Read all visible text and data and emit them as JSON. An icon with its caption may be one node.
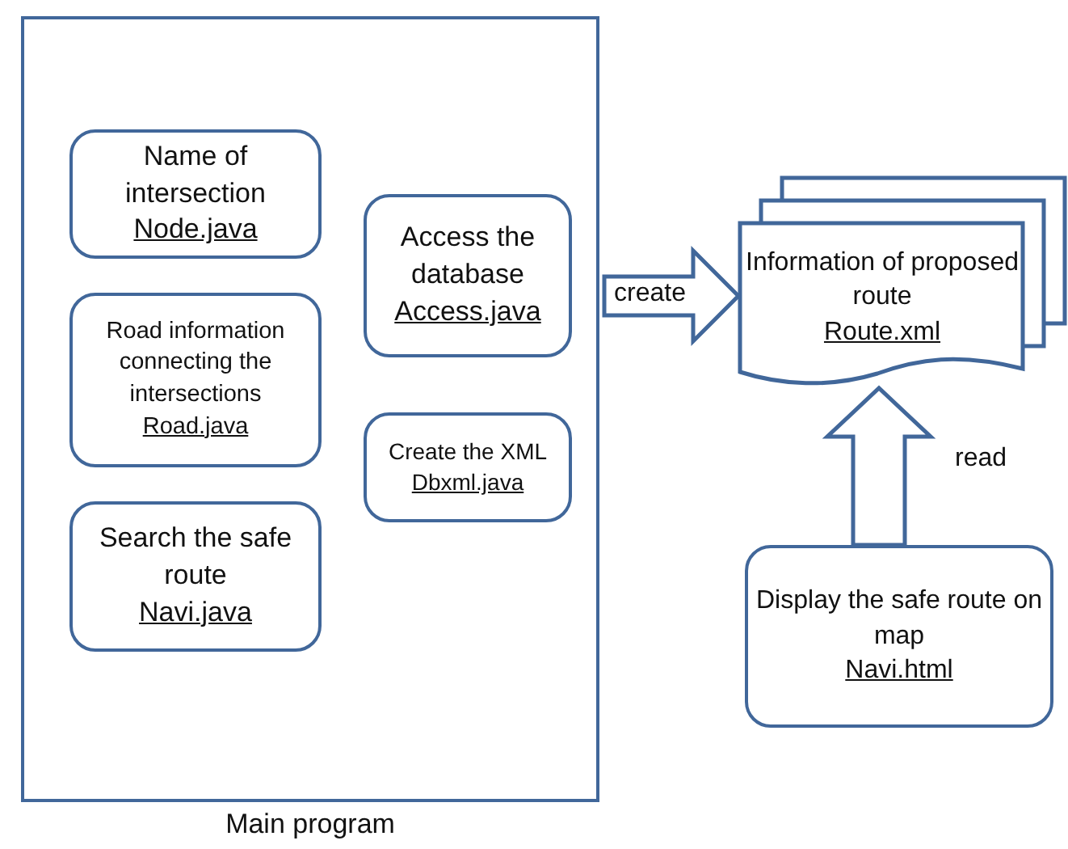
{
  "diagram": {
    "nodes": [
      {
        "text": [
          "Main program"
        ]
      },
      {
        "text": [
          "Name of intersection",
          "Node.java"
        ],
        "in": 0
      },
      {
        "text": [
          "Road information connecting the intersections",
          "Road.java"
        ],
        "in": 0
      },
      {
        "text": [
          "Search the safe route",
          "Navi.java"
        ],
        "in": 0
      },
      {
        "text": [
          "Access the database",
          "Access.java"
        ],
        "in": 0
      },
      {
        "text": [
          "Create the XML",
          "Dbxml.java"
        ],
        "in": 0
      },
      {
        "text": [
          "Information of proposed route",
          "Route.xml"
        ]
      },
      {
        "text": [
          "Display the safe route on map",
          "Navi.html"
        ]
      }
    ],
    "edges": [
      {
        "from": 0,
        "to": 6,
        "arrow": "to",
        "label": "create"
      },
      {
        "from": 7,
        "to": 6,
        "arrow": "to",
        "label": "read"
      }
    ]
  }
}
